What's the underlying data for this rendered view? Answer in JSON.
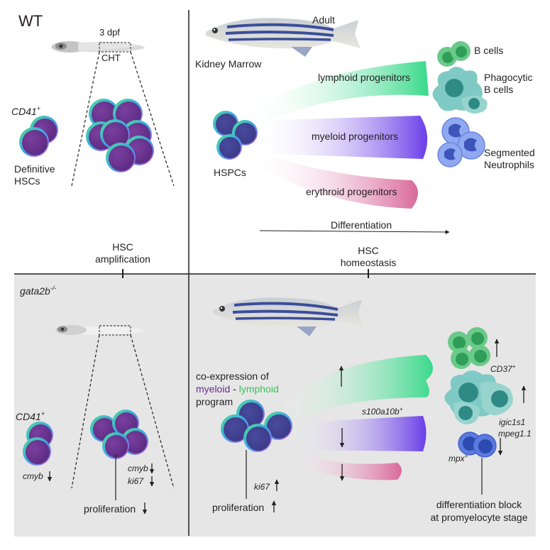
{
  "top_panel": {
    "title": "WT",
    "embryo_stage": "3 dpf",
    "embryo_region": "CHT",
    "marker_label": "CD41",
    "marker_superscript": "+",
    "hsc_label_line1": "Definitive",
    "hsc_label_line2": "HSCs",
    "adult_label": "Adult",
    "kidney_label": "Kidney Marrow",
    "hspc_label": "HSPCs",
    "progenitors": {
      "lymphoid": "lymphoid progenitors",
      "myeloid": "myeloid progenitors",
      "erythroid": "erythroid progenitors"
    },
    "cell_types": {
      "b_cells": "B cells",
      "phagocytic_line1": "Phagocytic",
      "phagocytic_line2": "B cells",
      "neutrophils_line1": "Segmented",
      "neutrophils_line2": "Neutrophils"
    },
    "differentiation_label": "Differentiation"
  },
  "timeline": {
    "left_label_line1": "HSC",
    "left_label_line2": "amplification",
    "right_label_line1": "HSC",
    "right_label_line2": "homeostasis"
  },
  "bottom_panel": {
    "genotype": "gata2b",
    "genotype_superscript": "-/-",
    "marker_label": "CD41",
    "marker_superscript": "+",
    "cmyb_left": "cmyb",
    "cmyb_right": "cmyb",
    "ki67_left": "ki67",
    "proliferation_left": "proliferation",
    "coexpression_line1": "co-expression of",
    "myeloid_word": "myeloid",
    "dash": " - ",
    "lymphoid_word": "lymphoid",
    "program_word": "program",
    "ki67_right": "ki67",
    "proliferation_right": "proliferation",
    "s100_label": "s100a10b",
    "s100_superscript": "+",
    "cd37_label": "CD37",
    "cd37_superscript": "+",
    "igic_label": "igic1s1",
    "mpeg_label": "mpeg1.1",
    "mpx_label": "mpx",
    "mpx_superscript": "+",
    "block_line1": "differentiation block",
    "block_line2": "at promyelocyte stage"
  },
  "colors": {
    "background_bottom": "#e6e6e6",
    "lymphoid_green": "#39d98a",
    "myeloid_purple": "#6a3ee8",
    "erythroid_pink": "#d9689b",
    "label_purple": "#6c2a8c",
    "label_green": "#3bbf5a",
    "label_blue": "#3aa6d8",
    "label_navy": "#2c4e9e"
  }
}
